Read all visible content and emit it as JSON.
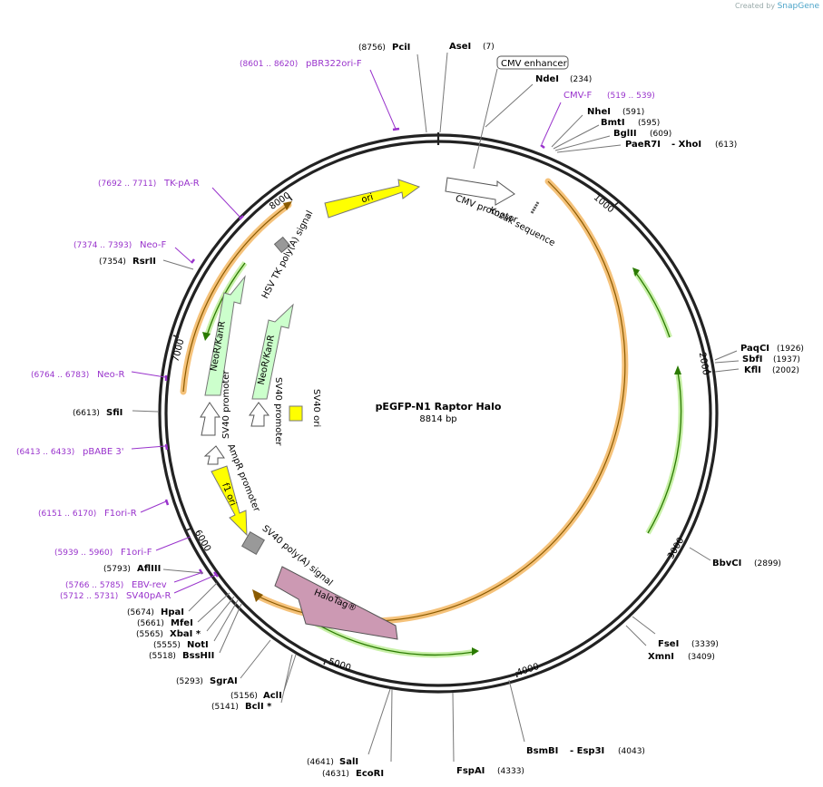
{
  "branding": {
    "created_by": "Created by",
    "product": "SnapGene"
  },
  "plasmid": {
    "name": "pEGFP-N1 Raptor Halo",
    "size": "8814 bp"
  },
  "ruler_ticks": [
    "1000",
    "2000",
    "3000",
    "4000",
    "5000",
    "6000",
    "7000",
    "8000"
  ],
  "enzymes": [
    {
      "id": "PciI",
      "name": "PciI",
      "pos": "(8756)"
    },
    {
      "id": "AseI",
      "name": "AseI",
      "pos": "(7)"
    },
    {
      "id": "NdeI",
      "name": "NdeI",
      "pos": "(234)"
    },
    {
      "id": "NheI",
      "name": "NheI",
      "pos": "(591)"
    },
    {
      "id": "BmtI",
      "name": "BmtI",
      "pos": "(595)"
    },
    {
      "id": "BglII",
      "name": "BglII",
      "pos": "(609)"
    },
    {
      "id": "PaeR7I",
      "name": "PaeR7I",
      "sep": "- XhoI",
      "pos": "(613)"
    },
    {
      "id": "PaqCI",
      "name": "PaqCI",
      "pos": "(1926)"
    },
    {
      "id": "SbfI",
      "name": "SbfI",
      "pos": "(1937)"
    },
    {
      "id": "KflI",
      "name": "KflI",
      "pos": "(2002)"
    },
    {
      "id": "BbvCI",
      "name": "BbvCI",
      "pos": "(2899)"
    },
    {
      "id": "FseI",
      "name": "FseI",
      "pos": "(3339)"
    },
    {
      "id": "XmnI",
      "name": "XmnI",
      "pos": "(3409)"
    },
    {
      "id": "BsmBI",
      "name": "BsmBI",
      "sep": "- Esp3I",
      "pos": "(4043)"
    },
    {
      "id": "FspAI",
      "name": "FspAI",
      "pos": "(4333)"
    },
    {
      "id": "SalI",
      "name": "SalI",
      "pos": "(4641)"
    },
    {
      "id": "EcoRI",
      "name": "EcoRI",
      "pos": "(4631)"
    },
    {
      "id": "AclI",
      "name": "AclI",
      "pos": "(5156)"
    },
    {
      "id": "BclI",
      "name": "BclI *",
      "pos": "(5141)"
    },
    {
      "id": "SgrAI",
      "name": "SgrAI",
      "pos": "(5293)"
    },
    {
      "id": "BssHII",
      "name": "BssHII",
      "pos": "(5518)"
    },
    {
      "id": "NotI",
      "name": "NotI",
      "pos": "(5555)"
    },
    {
      "id": "XbaI",
      "name": "XbaI *",
      "pos": "(5565)"
    },
    {
      "id": "MfeI",
      "name": "MfeI",
      "pos": "(5661)"
    },
    {
      "id": "HpaI",
      "name": "HpaI",
      "pos": "(5674)"
    },
    {
      "id": "AflIII",
      "name": "AflIII",
      "pos": "(5793)"
    },
    {
      "id": "SfiI",
      "name": "SfiI",
      "pos": "(6613)"
    },
    {
      "id": "RsrII",
      "name": "RsrII",
      "pos": "(7354)"
    }
  ],
  "primers": [
    {
      "id": "pBR322ori-F",
      "name": "pBR322ori-F",
      "range": "(8601 .. 8620)"
    },
    {
      "id": "CMV-F",
      "name": "CMV-F",
      "range": "(519 .. 539)"
    },
    {
      "id": "TK-pA-R",
      "name": "TK-pA-R",
      "range": "(7692 .. 7711)"
    },
    {
      "id": "Neo-F",
      "name": "Neo-F",
      "range": "(7374 .. 7393)"
    },
    {
      "id": "Neo-R",
      "name": "Neo-R",
      "range": "(6764 .. 6783)"
    },
    {
      "id": "pBABE3",
      "name": "pBABE 3'",
      "range": "(6413 .. 6433)"
    },
    {
      "id": "F1ori-R",
      "name": "F1ori-R",
      "range": "(6151 .. 6170)"
    },
    {
      "id": "F1ori-F",
      "name": "F1ori-F",
      "range": "(5939 .. 5960)"
    },
    {
      "id": "EBV-rev",
      "name": "EBV-rev",
      "range": "(5766 .. 5785)"
    },
    {
      "id": "SV40pA-R",
      "name": "SV40pA-R",
      "range": "(5712 .. 5731)"
    }
  ],
  "features": {
    "cmv_enhancer": "CMV enhancer",
    "cmv_promoter": "CMV promoter",
    "kozak": "Kozak sequence",
    "ori": "ori",
    "hsv_tk": "HSV TK poly(A) signal",
    "neo1": "NeoR/KanR",
    "neo2": "NeoR/KanR",
    "sv40_promoter1": "SV40 promoter",
    "sv40_promoter2": "SV40 promoter",
    "sv40_ori": "SV40 ori",
    "ampr_promoter": "AmpR promoter",
    "f1_ori": "f1 ori",
    "sv40_polya": "SV40 poly(A) signal",
    "halotag": "HaloTag®"
  },
  "colors": {
    "backbone": "#222222",
    "primer": "#9933cc",
    "orange_band": "#f5c27a",
    "green_orf": "#6bbd2c",
    "yellow_feature": "#ffff00",
    "light_green": "#ccffcc",
    "halotag": "#cc99b3",
    "gray_feature": "#999999"
  }
}
